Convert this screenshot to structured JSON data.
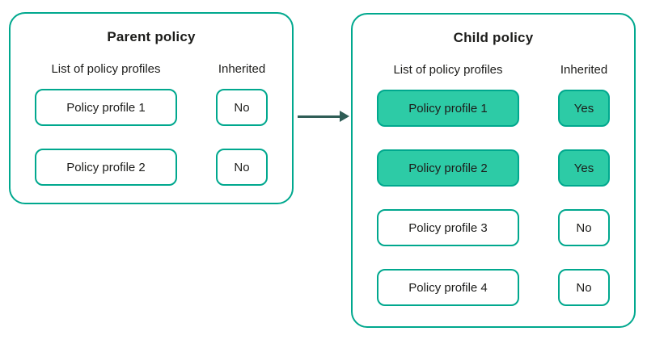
{
  "colors": {
    "outline_teal": "#00A88E",
    "highlight_fill": "#2DCBA6",
    "text": "#1D1D1B",
    "arrow": "#2F5D56",
    "background": "#FFFFFF"
  },
  "parent": {
    "title": "Parent policy",
    "columns": {
      "profiles": "List of policy profiles",
      "inherited": "Inherited"
    },
    "rows": [
      {
        "label": "Policy profile 1",
        "inherited": "No",
        "highlighted": false
      },
      {
        "label": "Policy profile 2",
        "inherited": "No",
        "highlighted": false
      }
    ]
  },
  "child": {
    "title": "Child policy",
    "columns": {
      "profiles": "List of policy profiles",
      "inherited": "Inherited"
    },
    "rows": [
      {
        "label": "Policy profile 1",
        "inherited": "Yes",
        "highlighted": true
      },
      {
        "label": "Policy profile 2",
        "inherited": "Yes",
        "highlighted": true
      },
      {
        "label": "Policy profile 3",
        "inherited": "No",
        "highlighted": false
      },
      {
        "label": "Policy profile 4",
        "inherited": "No",
        "highlighted": false
      }
    ]
  }
}
